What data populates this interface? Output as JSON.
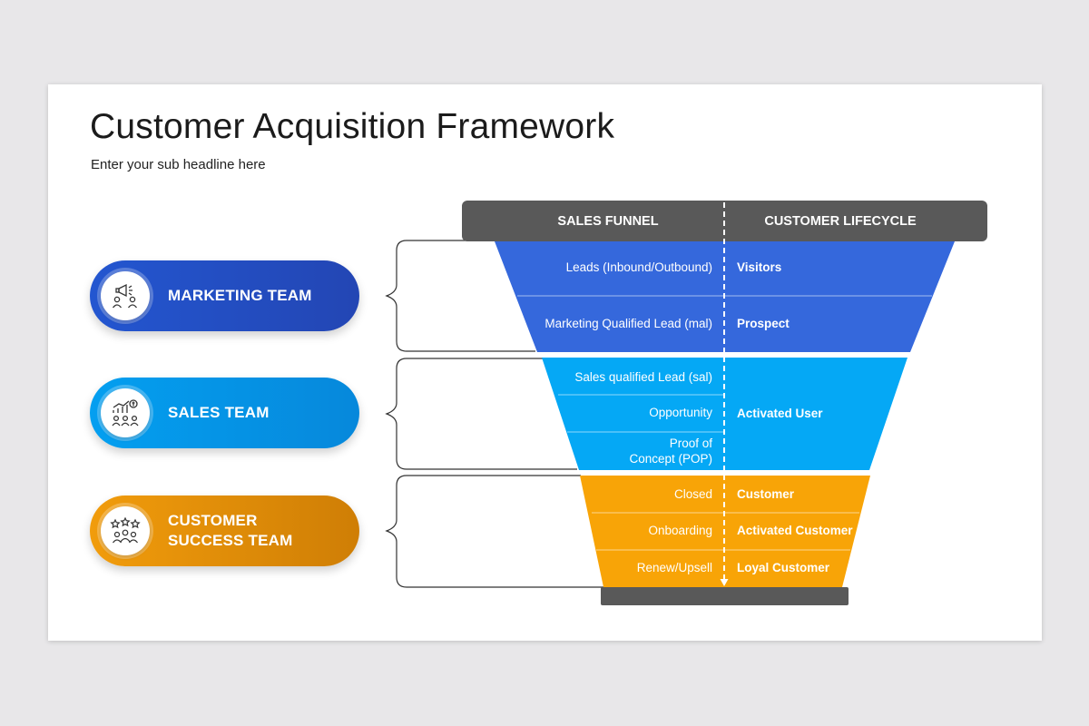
{
  "title": "Customer Acquisition Framework",
  "subtitle": "Enter your sub headline here",
  "header": {
    "sales_funnel": "SALES FUNNEL",
    "customer_lifecycle": "CUSTOMER LIFECYCLE"
  },
  "teams": [
    {
      "label": "MARKETING TEAM",
      "icon": "megaphone-team-icon",
      "color": "#2356d0"
    },
    {
      "label": "SALES TEAM",
      "icon": "sales-growth-team-icon",
      "color": "#049ff0"
    },
    {
      "label": "CUSTOMER\nSUCCESS TEAM",
      "icon": "rating-stars-team-icon",
      "color": "#f19c0c"
    }
  ],
  "funnel": {
    "stages": [
      {
        "sales": "Leads (Inbound/Outbound)",
        "lifecycle": "Visitors"
      },
      {
        "sales": "Marketing Qualified Lead (mal)",
        "lifecycle": "Prospect"
      },
      {
        "sales": "Sales qualified Lead (sal)"
      },
      {
        "sales": "Opportunity",
        "lifecycle": "Activated User"
      },
      {
        "sales_line1": "Proof of",
        "sales_line2": "Concept (POP)"
      },
      {
        "sales": "Closed",
        "lifecycle": "Customer"
      },
      {
        "sales": "Onboarding",
        "lifecycle": "Activated Customer"
      },
      {
        "sales": "Renew/Upsell",
        "lifecycle": "Loyal Customer"
      }
    ],
    "colors": {
      "blue": "#3568dc",
      "cyan": "#05a8f5",
      "orange": "#f8a407",
      "header": "#595959"
    }
  }
}
